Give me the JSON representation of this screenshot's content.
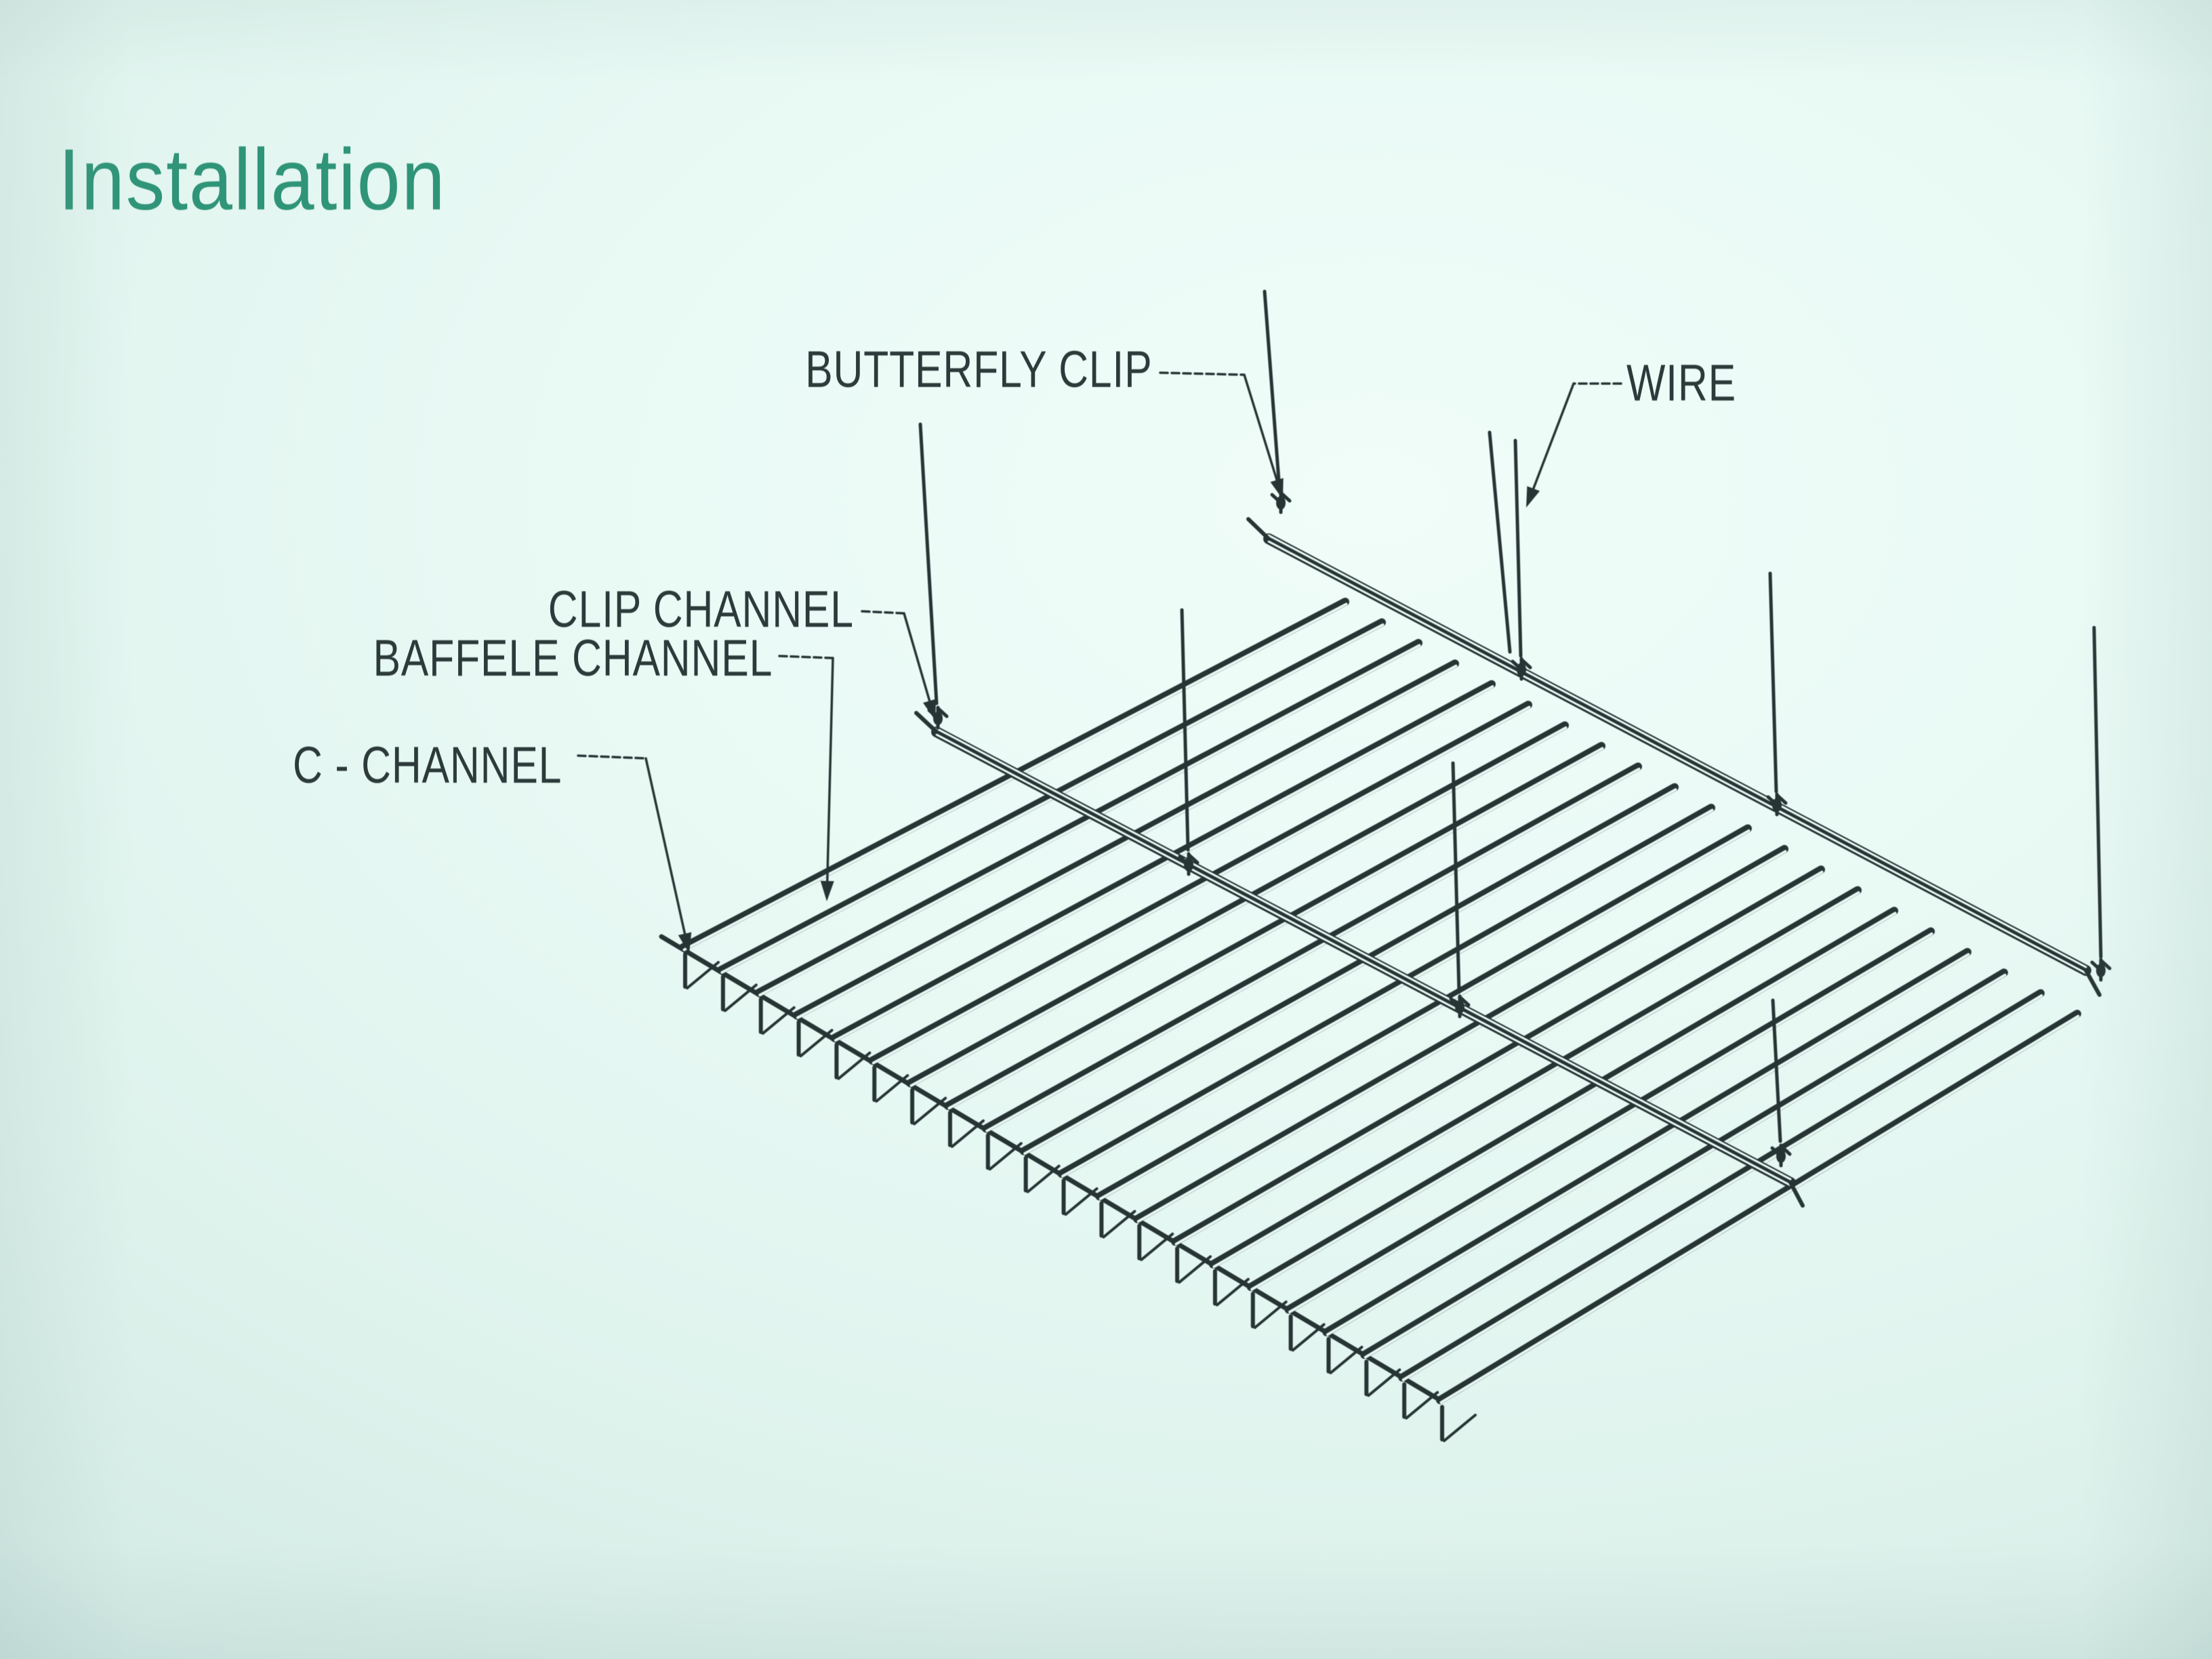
{
  "page": {
    "title": "Installation",
    "title_color": "#2f9478",
    "ink_color": "#273434",
    "label_color": "#2c3a3a",
    "background": {
      "base": "#e6f7f2",
      "highlight": "#f0fdf9",
      "shadow": "#cfe7e2"
    }
  },
  "diagram": {
    "name": "baffle-ceiling-installation-diagram",
    "type": "isometric-technical-drawing",
    "baffle_count": 21,
    "labels": [
      {
        "id": "butterfly-clip",
        "text": "BUTTERFLY CLIP"
      },
      {
        "id": "wire",
        "text": "WIRE"
      },
      {
        "id": "clip-channel",
        "text": "CLIP CHANNEL"
      },
      {
        "id": "baffele-channel",
        "text": "BAFFELE CHANNEL"
      },
      {
        "id": "c-channel",
        "text": "C - CHANNEL"
      }
    ],
    "parts": [
      "suspension-wire",
      "butterfly-clip",
      "clip-channel-carrier-top",
      "clip-channel-carrier-lower",
      "baffele-channel-field",
      "c-channel-edge-profile"
    ]
  }
}
